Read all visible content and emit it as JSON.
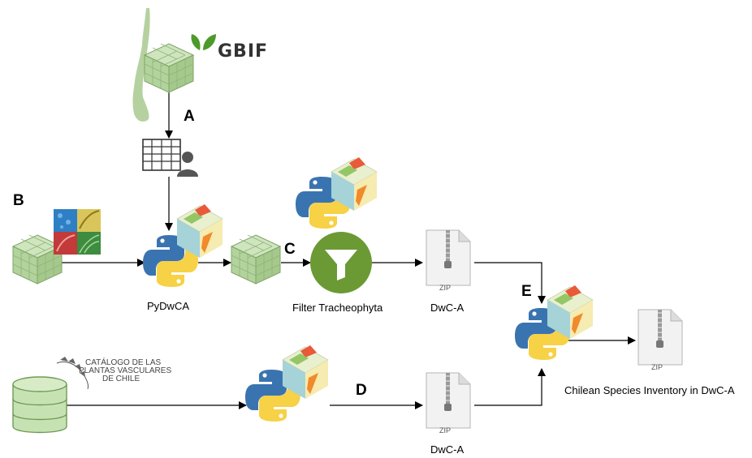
{
  "labels": {
    "gbif": "GBIF",
    "step_a": "A",
    "step_b": "B",
    "step_c": "C",
    "step_d": "D",
    "step_e": "E",
    "pydwca": "PyDwCA",
    "filter": "Filter Tracheophyta",
    "dwca_top": "DwC-A",
    "dwca_bottom": "DwC-A",
    "output": "Chilean Species Inventory in DwC-A",
    "catalog_line1": "CATÁLOGO DE LAS",
    "catalog_line2": "PLANTAS VASCULARES",
    "catalog_line3": "DE CHILE",
    "zip": "ZIP"
  },
  "colors": {
    "cube_face": "#b9d7a6",
    "cube_edge": "#7fa468",
    "python_blue": "#3a74b0",
    "python_yellow": "#f7d146",
    "filter_green": "#6b9a35",
    "database_green": "#c7e2b2",
    "arrow": "#000000",
    "gbif_leaf": "#4c9a2a"
  },
  "icons": [
    "gbif-cube-icon",
    "gbif-logo-icon",
    "chile-map-icon",
    "table-user-icon",
    "cube-icon",
    "image-mosaic-icon",
    "python-logo-icon",
    "qgis-logo-icon",
    "filter-funnel-icon",
    "zip-file-icon",
    "database-icon",
    "plant-drawing-icon"
  ]
}
